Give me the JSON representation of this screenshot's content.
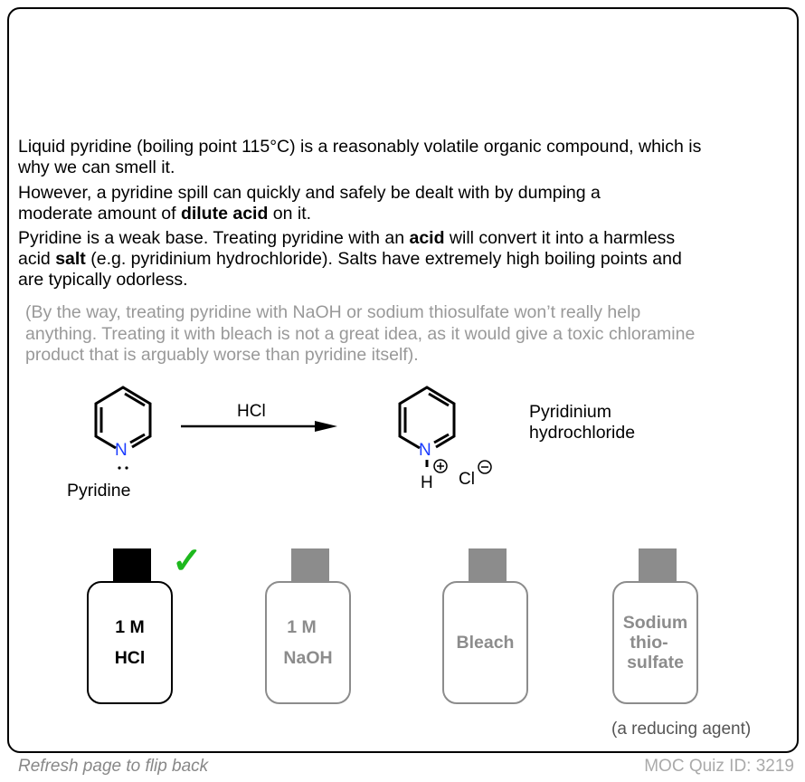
{
  "paragraphs": {
    "p1a": "Liquid pyridine (boiling point 115°C) is a reasonably volatile organic compound, which is",
    "p1b": "why we can smell it.",
    "p2a": "However, a pyridine spill can quickly and safely be dealt with by dumping a",
    "p2b_pre": "moderate amount of ",
    "p2b_bold": "dilute acid",
    "p2b_post": " on it.",
    "p3a_pre": "Pyridine is a weak base. Treating pyridine with an ",
    "p3a_bold": "acid",
    "p3a_post": " will convert it into a harmless",
    "p3b_pre": "acid ",
    "p3b_bold": "salt",
    "p3b_post": " (e.g. pyridinium hydrochloride).  Salts have extremely high boiling points and",
    "p3c": "are typically odorless.",
    "n1": "(By the way, treating pyridine with NaOH or sodium thiosulfate won’t really help",
    "n2": "anything. Treating it with bleach is not a great idea, as it would give a toxic chloramine",
    "n3": "product that is arguably worse than pyridine itself)."
  },
  "scheme": {
    "reactant_label": "Pyridine",
    "reagent": "HCl",
    "N": "N",
    "H": "H",
    "Cl": "Cl",
    "product_label1": "Pyridinium",
    "product_label2": "hydrochloride"
  },
  "bottles": [
    {
      "line1": "1 M",
      "line2": "HCl",
      "correct": true
    },
    {
      "line1": "1 M",
      "line2": "NaOH"
    },
    {
      "line1": "Bleach"
    },
    {
      "line1": "Sodium",
      "line2": "thio-",
      "line3": "sulfate"
    }
  ],
  "reducing_note": "(a reducing agent)",
  "footer": {
    "refresh": "Refresh page to flip back",
    "quiz_id": "MOC Quiz ID: 3219"
  },
  "colors": {
    "check": "#1db81d",
    "nitrogen": "#1a3cff",
    "muted": "#8c8c8c"
  }
}
